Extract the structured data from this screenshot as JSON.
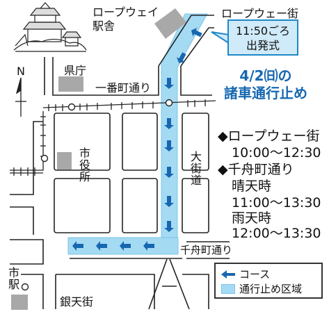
{
  "labels": {
    "ropeway_station_line1": "ロープウェイ",
    "ropeway_station_line2": "駅舎",
    "ropeway_street": "ロープウェー街",
    "callout_line1": "11:50ごろ",
    "callout_line2": "出発式",
    "prefecture_office": "県庁",
    "ichibancho": "一番町通り",
    "city_hall": "市役所",
    "okaido": "大街道",
    "senfunamachi": "千舟町通り",
    "city_station": "市駅",
    "gintengai": "銀天街",
    "north": "N"
  },
  "notice": {
    "line1": "4/2㈰の",
    "line2": "諸車通行止め"
  },
  "schedule": {
    "item1_title": "◆ロープウェー街",
    "item1_time": "10:00〜12:30",
    "item2_title": "◆千舟町通り",
    "item2_fine_label": "晴天時",
    "item2_fine_time": "11:00〜13:30",
    "item2_rain_label": "雨天時",
    "item2_rain_time": "12:00〜13:30"
  },
  "legend": {
    "course": "コース",
    "closed_area": "通行止め区域"
  },
  "colors": {
    "closed_area": "#a5daf3",
    "course_arrow": "#1667b0",
    "notice_text": "#1667b0",
    "building": "#a8a8a8"
  }
}
